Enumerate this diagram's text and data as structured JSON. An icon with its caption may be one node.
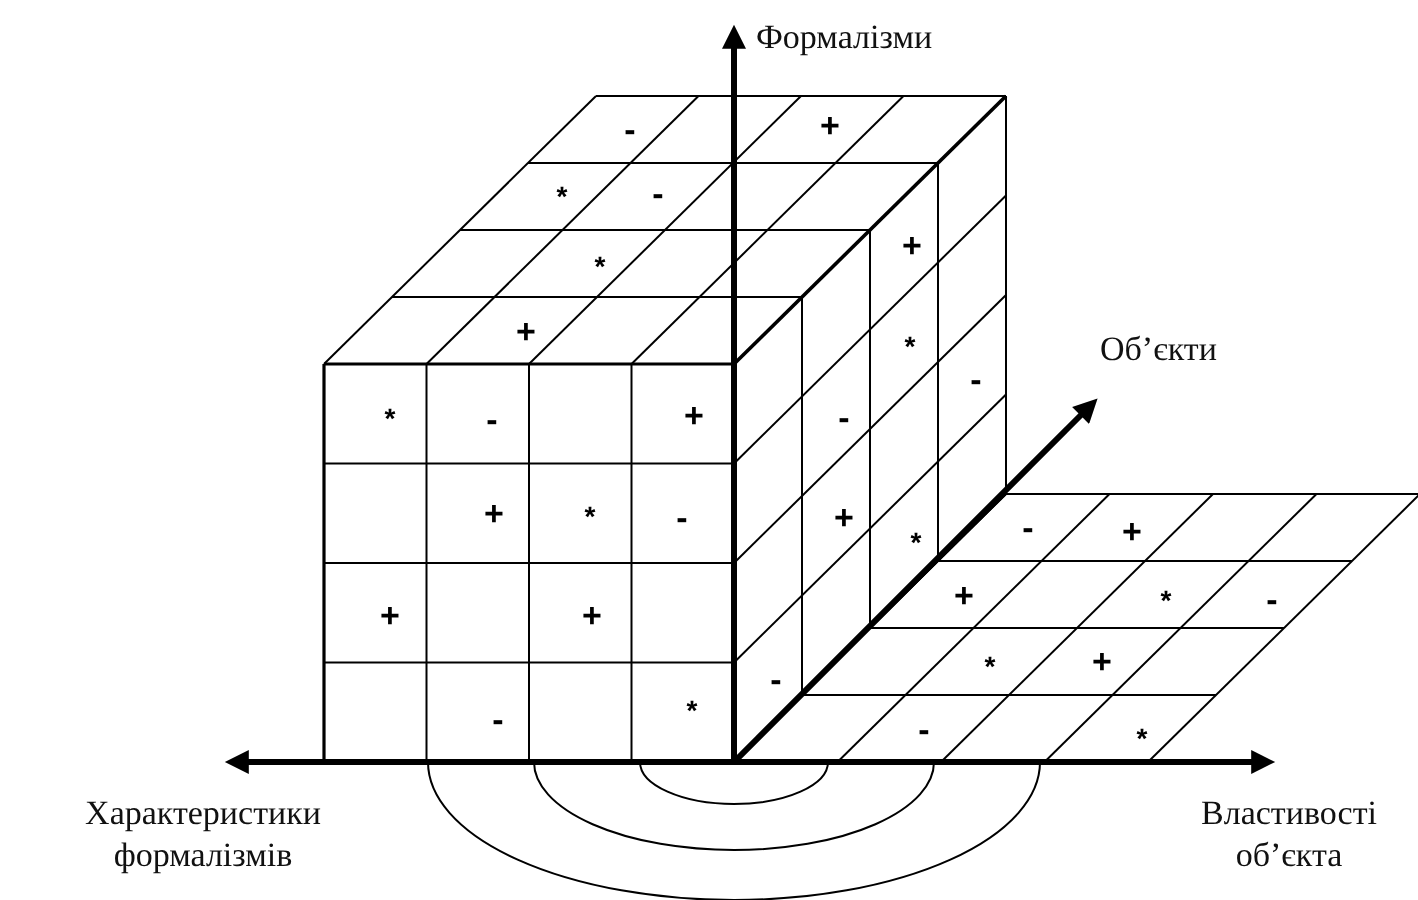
{
  "diagram": {
    "labels": [
      "Формалізми",
      "-",
      "+",
      "*",
      "-",
      "+",
      "*",
      "+",
      "*",
      "Об’єкти",
      "-",
      "*",
      "-",
      "+",
      "-",
      "+",
      "*",
      "-",
      "+",
      "-",
      "+",
      "*",
      "+",
      "+",
      "+",
      "*",
      "-",
      "-",
      "*",
      "+",
      "-",
      "*",
      "-",
      "*",
      "Характеристики формалізмів",
      "Властивості об’єкта"
    ]
  }
}
